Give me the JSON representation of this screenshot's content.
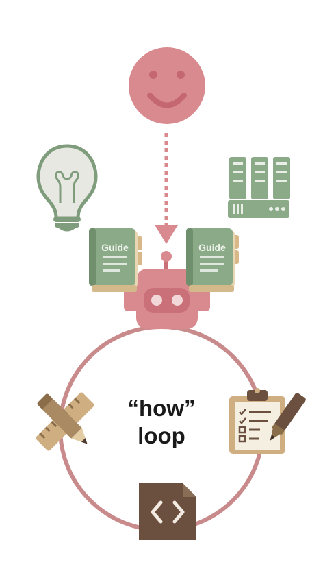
{
  "diagram": {
    "book_left_title": "Guide",
    "book_right_title": "Guide",
    "loop_label_line1": "“how”",
    "loop_label_line2": "loop",
    "icons": [
      "smiley-face-icon",
      "lightbulb-icon",
      "server-rack-icon",
      "guide-book-icon",
      "robot-icon",
      "ruler-pencil-icon",
      "clipboard-checklist-icon",
      "code-file-icon"
    ],
    "colors": {
      "rose": "#d98a8f",
      "rose_dark": "#c97078",
      "loop": "#c98a8c",
      "sage": "#8aaa88",
      "sage_dark": "#5e7d5e",
      "tan": "#cfae82",
      "brown": "#6b5040"
    }
  }
}
